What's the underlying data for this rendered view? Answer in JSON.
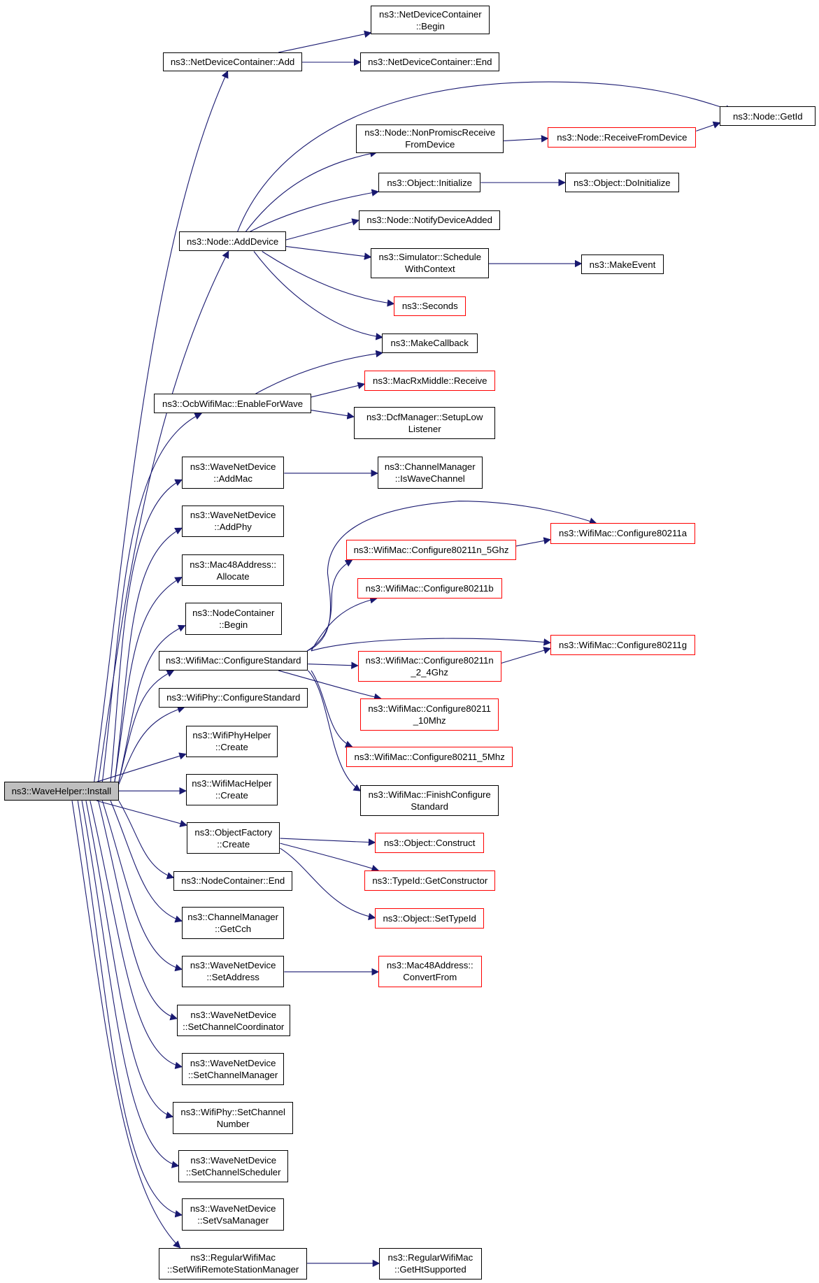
{
  "colors": {
    "edge": "#191970",
    "node_border": "#000000",
    "truncated_node_border": "#ff0000",
    "root_fill": "#bfbfbf",
    "background": "#ffffff"
  },
  "nodes": [
    {
      "id": "install",
      "lines": [
        "ns3::WaveHelper::Install"
      ],
      "style": "root"
    },
    {
      "id": "ndc_add",
      "lines": [
        "ns3::NetDeviceContainer::Add"
      ],
      "style": "black"
    },
    {
      "id": "ndc_begin",
      "lines": [
        "ns3::NetDeviceContainer",
        "::Begin"
      ],
      "style": "black"
    },
    {
      "id": "ndc_end",
      "lines": [
        "ns3::NetDeviceContainer::End"
      ],
      "style": "black"
    },
    {
      "id": "node_getid",
      "lines": [
        "ns3::Node::GetId"
      ],
      "style": "black"
    },
    {
      "id": "nonpromisc",
      "lines": [
        "ns3::Node::NonPromiscReceive",
        "FromDevice"
      ],
      "style": "black"
    },
    {
      "id": "receivefromdevice",
      "lines": [
        "ns3::Node::ReceiveFromDevice"
      ],
      "style": "red"
    },
    {
      "id": "obj_init",
      "lines": [
        "ns3::Object::Initialize"
      ],
      "style": "black"
    },
    {
      "id": "obj_doinit",
      "lines": [
        "ns3::Object::DoInitialize"
      ],
      "style": "black"
    },
    {
      "id": "notifydevadded",
      "lines": [
        "ns3::Node::NotifyDeviceAdded"
      ],
      "style": "black"
    },
    {
      "id": "node_adddevice",
      "lines": [
        "ns3::Node::AddDevice"
      ],
      "style": "black"
    },
    {
      "id": "sim_schedule",
      "lines": [
        "ns3::Simulator::Schedule",
        "WithContext"
      ],
      "style": "black"
    },
    {
      "id": "makeevent",
      "lines": [
        "ns3::MakeEvent"
      ],
      "style": "black"
    },
    {
      "id": "seconds",
      "lines": [
        "ns3::Seconds"
      ],
      "style": "red"
    },
    {
      "id": "makecallback",
      "lines": [
        "ns3::MakeCallback"
      ],
      "style": "black"
    },
    {
      "id": "ocb_enable",
      "lines": [
        "ns3::OcbWifiMac::EnableForWave"
      ],
      "style": "black"
    },
    {
      "id": "macrx_receive",
      "lines": [
        "ns3::MacRxMiddle::Receive"
      ],
      "style": "red"
    },
    {
      "id": "dcf_setup",
      "lines": [
        "ns3::DcfManager::SetupLow",
        "Listener"
      ],
      "style": "black"
    },
    {
      "id": "wnd_addmac",
      "lines": [
        "ns3::WaveNetDevice",
        "::AddMac"
      ],
      "style": "black"
    },
    {
      "id": "cm_iswave",
      "lines": [
        "ns3::ChannelManager",
        "::IsWaveChannel"
      ],
      "style": "black"
    },
    {
      "id": "wnd_addphy",
      "lines": [
        "ns3::WaveNetDevice",
        "::AddPhy"
      ],
      "style": "black"
    },
    {
      "id": "mac48_alloc",
      "lines": [
        "ns3::Mac48Address::",
        "Allocate"
      ],
      "style": "black"
    },
    {
      "id": "nc_begin",
      "lines": [
        "ns3::NodeContainer",
        "::Begin"
      ],
      "style": "black"
    },
    {
      "id": "wm_conf_std",
      "lines": [
        "ns3::WifiMac::ConfigureStandard"
      ],
      "style": "black"
    },
    {
      "id": "wm_80211a",
      "lines": [
        "ns3::WifiMac::Configure80211a"
      ],
      "style": "red"
    },
    {
      "id": "wm_80211n5",
      "lines": [
        "ns3::WifiMac::Configure80211n_5Ghz"
      ],
      "style": "red"
    },
    {
      "id": "wm_80211b",
      "lines": [
        "ns3::WifiMac::Configure80211b"
      ],
      "style": "red"
    },
    {
      "id": "wm_80211g",
      "lines": [
        "ns3::WifiMac::Configure80211g"
      ],
      "style": "red"
    },
    {
      "id": "wm_80211n24",
      "lines": [
        "ns3::WifiMac::Configure80211n",
        "_2_4Ghz"
      ],
      "style": "red"
    },
    {
      "id": "wm_80211_10",
      "lines": [
        "ns3::WifiMac::Configure80211",
        "_10Mhz"
      ],
      "style": "red"
    },
    {
      "id": "wm_80211_5",
      "lines": [
        "ns3::WifiMac::Configure80211_5Mhz"
      ],
      "style": "red"
    },
    {
      "id": "wm_finish",
      "lines": [
        "ns3::WifiMac::FinishConfigure",
        "Standard"
      ],
      "style": "black"
    },
    {
      "id": "wp_conf_std",
      "lines": [
        "ns3::WifiPhy::ConfigureStandard"
      ],
      "style": "black"
    },
    {
      "id": "wph_create",
      "lines": [
        "ns3::WifiPhyHelper",
        "::Create"
      ],
      "style": "black"
    },
    {
      "id": "wmh_create",
      "lines": [
        "ns3::WifiMacHelper",
        "::Create"
      ],
      "style": "black"
    },
    {
      "id": "of_create",
      "lines": [
        "ns3::ObjectFactory",
        "::Create"
      ],
      "style": "black"
    },
    {
      "id": "obj_construct",
      "lines": [
        "ns3::Object::Construct"
      ],
      "style": "red"
    },
    {
      "id": "tid_getctor",
      "lines": [
        "ns3::TypeId::GetConstructor"
      ],
      "style": "red"
    },
    {
      "id": "obj_settid",
      "lines": [
        "ns3::Object::SetTypeId"
      ],
      "style": "red"
    },
    {
      "id": "nc_end",
      "lines": [
        "ns3::NodeContainer::End"
      ],
      "style": "black"
    },
    {
      "id": "cm_getcch",
      "lines": [
        "ns3::ChannelManager",
        "::GetCch"
      ],
      "style": "black"
    },
    {
      "id": "wnd_setaddr",
      "lines": [
        "ns3::WaveNetDevice",
        "::SetAddress"
      ],
      "style": "black"
    },
    {
      "id": "mac48_convert",
      "lines": [
        "ns3::Mac48Address::",
        "ConvertFrom"
      ],
      "style": "red"
    },
    {
      "id": "wnd_setcc",
      "lines": [
        "ns3::WaveNetDevice",
        "::SetChannelCoordinator"
      ],
      "style": "black"
    },
    {
      "id": "wnd_setcm",
      "lines": [
        "ns3::WaveNetDevice",
        "::SetChannelManager"
      ],
      "style": "black"
    },
    {
      "id": "wp_setchnum",
      "lines": [
        "ns3::WifiPhy::SetChannel",
        "Number"
      ],
      "style": "black"
    },
    {
      "id": "wnd_setcs",
      "lines": [
        "ns3::WaveNetDevice",
        "::SetChannelScheduler"
      ],
      "style": "black"
    },
    {
      "id": "wnd_setvsa",
      "lines": [
        "ns3::WaveNetDevice",
        "::SetVsaManager"
      ],
      "style": "black"
    },
    {
      "id": "rwm_setwrsm",
      "lines": [
        "ns3::RegularWifiMac",
        "::SetWifiRemoteStationManager"
      ],
      "style": "black"
    },
    {
      "id": "rwm_getht",
      "lines": [
        "ns3::RegularWifiMac",
        "::GetHtSupported"
      ],
      "style": "black"
    }
  ],
  "edges": [
    [
      "install",
      "ndc_add"
    ],
    [
      "install",
      "node_adddevice"
    ],
    [
      "install",
      "ocb_enable"
    ],
    [
      "install",
      "wnd_addmac"
    ],
    [
      "install",
      "wnd_addphy"
    ],
    [
      "install",
      "mac48_alloc"
    ],
    [
      "install",
      "nc_begin"
    ],
    [
      "install",
      "wm_conf_std"
    ],
    [
      "install",
      "wp_conf_std"
    ],
    [
      "install",
      "wph_create"
    ],
    [
      "install",
      "wmh_create"
    ],
    [
      "install",
      "of_create"
    ],
    [
      "install",
      "nc_end"
    ],
    [
      "install",
      "cm_getcch"
    ],
    [
      "install",
      "wnd_setaddr"
    ],
    [
      "install",
      "wnd_setcc"
    ],
    [
      "install",
      "wnd_setcm"
    ],
    [
      "install",
      "wp_setchnum"
    ],
    [
      "install",
      "wnd_setcs"
    ],
    [
      "install",
      "wnd_setvsa"
    ],
    [
      "install",
      "rwm_setwrsm"
    ],
    [
      "ndc_add",
      "ndc_begin"
    ],
    [
      "ndc_add",
      "ndc_end"
    ],
    [
      "node_adddevice",
      "node_getid"
    ],
    [
      "node_adddevice",
      "nonpromisc"
    ],
    [
      "node_adddevice",
      "obj_init"
    ],
    [
      "node_adddevice",
      "notifydevadded"
    ],
    [
      "node_adddevice",
      "sim_schedule"
    ],
    [
      "node_adddevice",
      "seconds"
    ],
    [
      "node_adddevice",
      "makecallback"
    ],
    [
      "nonpromisc",
      "receivefromdevice"
    ],
    [
      "receivefromdevice",
      "node_getid"
    ],
    [
      "obj_init",
      "obj_doinit"
    ],
    [
      "sim_schedule",
      "makeevent"
    ],
    [
      "ocb_enable",
      "makecallback"
    ],
    [
      "ocb_enable",
      "macrx_receive"
    ],
    [
      "ocb_enable",
      "dcf_setup"
    ],
    [
      "wnd_addmac",
      "cm_iswave"
    ],
    [
      "wm_conf_std",
      "wm_80211a"
    ],
    [
      "wm_conf_std",
      "wm_80211n5"
    ],
    [
      "wm_conf_std",
      "wm_80211b"
    ],
    [
      "wm_conf_std",
      "wm_80211g"
    ],
    [
      "wm_conf_std",
      "wm_80211n24"
    ],
    [
      "wm_conf_std",
      "wm_80211_10"
    ],
    [
      "wm_conf_std",
      "wm_80211_5"
    ],
    [
      "wm_conf_std",
      "wm_finish"
    ],
    [
      "wm_80211n5",
      "wm_80211a"
    ],
    [
      "wm_80211n24",
      "wm_80211g"
    ],
    [
      "of_create",
      "obj_construct"
    ],
    [
      "of_create",
      "tid_getctor"
    ],
    [
      "of_create",
      "obj_settid"
    ],
    [
      "wnd_setaddr",
      "mac48_convert"
    ],
    [
      "rwm_setwrsm",
      "rwm_getht"
    ]
  ]
}
